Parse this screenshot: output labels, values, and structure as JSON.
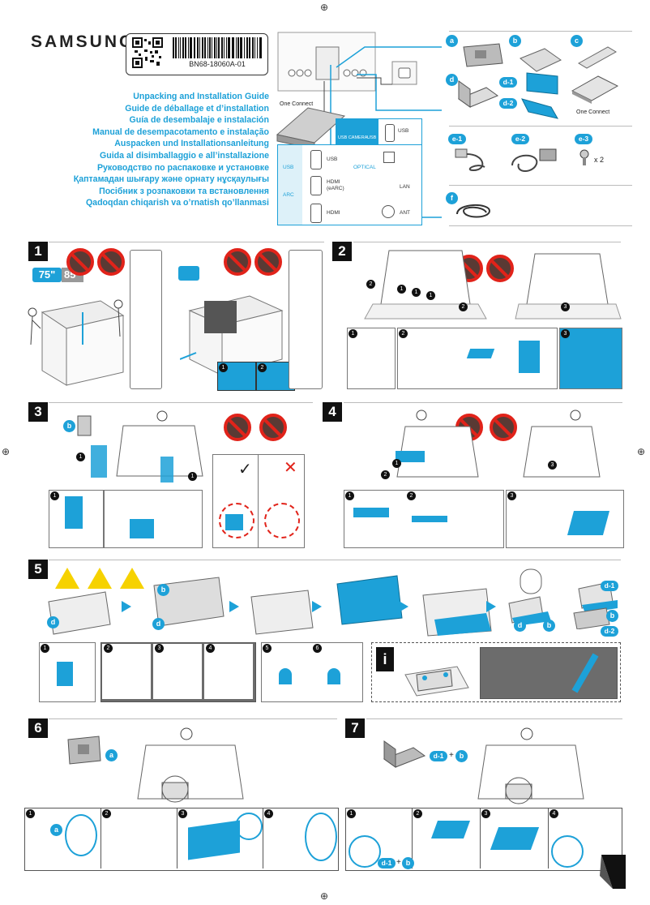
{
  "brand": "SAMSUNG",
  "part_number": "BN68-18060A-01",
  "titles": [
    "Unpacking and Installation Guide",
    "Guide de déballage et d’installation",
    "Guía de desembalaje e instalación",
    "Manual de desempacotamento e instalação",
    "Auspacken und Installationsanleitung",
    "Guida al disimballaggio e all’installazione",
    "Руководство по распаковке и установке",
    "Қаптамадан шығару және орнату нұсқаулығы",
    "Посібник з розпаковки та встановлення",
    "Qadoqdan chiqarish va o’rnatish qo’llanmasi"
  ],
  "one_connect": {
    "label": "One Connect",
    "ports": {
      "usb_camera": "USB CAMERA",
      "usb_top": "USB",
      "usb_right": "USB",
      "usb_left": "USB",
      "usb_mid": "USB",
      "optical": "OPTICAL",
      "arc": "ARC",
      "hdmi_earc": "HDMI",
      "earc": "(eARC)",
      "lan": "LAN",
      "hdmi": "HDMI",
      "ant": "ANT"
    }
  },
  "components": {
    "a": "a",
    "b": "b",
    "c": "c",
    "d": "d",
    "d1": "d-1",
    "d2": "d-2",
    "one_connect_label": "One Connect",
    "e1": "e-1",
    "e2": "e-2",
    "e3": "e-3",
    "screw_qty": "x 2",
    "f": "f"
  },
  "steps": {
    "s1": "1",
    "s2": "2",
    "s3": "3",
    "s4": "4",
    "s5": "5",
    "s6": "6",
    "s7": "7"
  },
  "size_badge": "75\"",
  "size_badge_partial": "85\"",
  "substeps": {
    "n1": "1",
    "n2": "2",
    "n3": "3",
    "n4": "4",
    "n5": "5",
    "n6": "6"
  },
  "labels": {
    "b": "b",
    "d": "d",
    "a": "a",
    "d1b": "d-1",
    "plus": "+",
    "b2": "b",
    "d2": "d-2",
    "d1b_b": "b",
    "d1": "d-1"
  },
  "colors": {
    "accent": "#1da1d8",
    "danger": "#e1231a",
    "warning": "#f6d200",
    "dark": "#111111"
  },
  "icons": [
    "qr-code-icon",
    "barcode-icon",
    "no-lift-icon",
    "warning-icon",
    "arrow-right-icon",
    "check-icon",
    "cross-icon",
    "page-corner-icon"
  ]
}
